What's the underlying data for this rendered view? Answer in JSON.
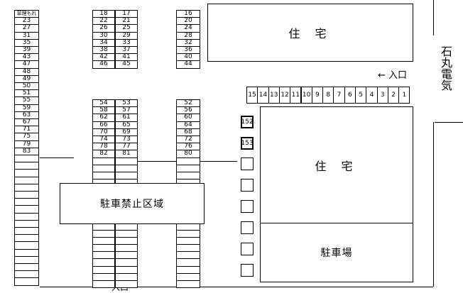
{
  "areas": {
    "housing_top": "住 宅",
    "housing_right": "住 宅",
    "no_parking": "駐車禁止区域",
    "parking_lot": "駐車場",
    "street": "石丸電気"
  },
  "entrances": {
    "right": "← 入口",
    "bottom_arrow": "↑",
    "bottom": "入口"
  },
  "columns": {
    "far_left": [
      "草理もれ",
      "23",
      "27",
      "31",
      "35",
      "39",
      "43",
      "47",
      "48",
      "49",
      "50",
      "51",
      "55",
      "59",
      "63",
      "67",
      "71",
      "75",
      "79",
      "83"
    ],
    "left_pair_top": [
      [
        "18",
        "17"
      ],
      [
        "22",
        "21"
      ],
      [
        "26",
        "25"
      ],
      [
        "30",
        "29"
      ],
      [
        "34",
        "33"
      ],
      [
        "38",
        "37"
      ],
      [
        "42",
        "41"
      ],
      [
        "46",
        "45"
      ]
    ],
    "mid_top": [
      "16",
      "20",
      "24",
      "28",
      "32",
      "36",
      "40",
      "44"
    ],
    "left_pair_bottom": [
      [
        "54",
        "53"
      ],
      [
        "58",
        "57"
      ],
      [
        "62",
        "61"
      ],
      [
        "66",
        "65"
      ],
      [
        "70",
        "69"
      ],
      [
        "74",
        "73"
      ],
      [
        "78",
        "77"
      ],
      [
        "82",
        "81"
      ]
    ],
    "mid_bottom": [
      "52",
      "56",
      "60",
      "64",
      "68",
      "72",
      "76",
      "80"
    ],
    "top_row": [
      "15",
      "14",
      "13",
      "12",
      "11",
      "10",
      "9",
      "8",
      "7",
      "6",
      "5",
      "4",
      "3",
      "2",
      "1"
    ],
    "singles": [
      "152",
      "153"
    ]
  }
}
